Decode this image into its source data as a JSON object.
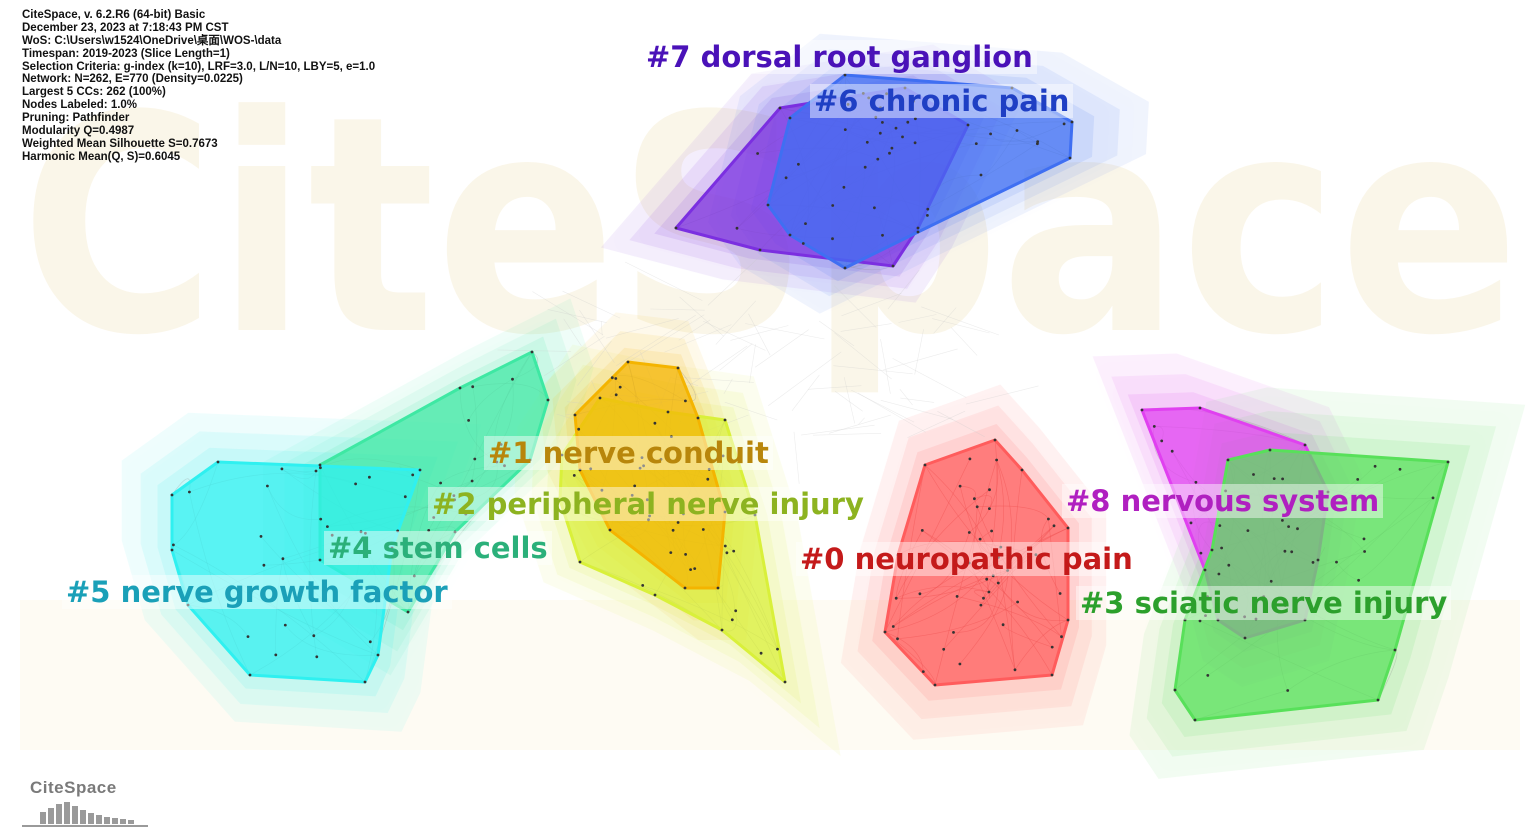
{
  "metadata_lines": [
    "CiteSpace, v. 6.2.R6 (64-bit) Basic",
    "December 23, 2023 at 7:18:43 PM CST",
    "WoS: C:\\Users\\w1524\\OneDrive\\桌面\\WOS-\\data",
    "Timespan: 2019-2023 (Slice Length=1)",
    "Selection Criteria: g-index (k=10), LRF=3.0, L/N=10, LBY=5, e=1.0",
    "Network: N=262, E=770 (Density=0.0225)",
    "Largest 5 CCs: 262 (100%)",
    "Nodes Labeled: 1.0%",
    "Pruning: Pathfinder",
    "Modularity Q=0.4987",
    "Weighted Mean Silhouette S=0.7673",
    "Harmonic Mean(Q, S)=0.6045"
  ],
  "watermark": "CiteSpace",
  "logo": {
    "text": "CiteSpace"
  },
  "clusters": [
    {
      "id": "c7",
      "label": "#7 dorsal root ganglion",
      "color": "#7b2fe0",
      "text_color": "#4a12b8"
    },
    {
      "id": "c6",
      "label": "#6 chronic pain",
      "color": "#3f6ff2",
      "text_color": "#1f3fc4"
    },
    {
      "id": "c1",
      "label": "#1 nerve conduit",
      "color": "#f4b400",
      "text_color": "#b8860b"
    },
    {
      "id": "c2",
      "label": "#2 peripheral nerve injury",
      "color": "#d9f03a",
      "text_color": "#8db320"
    },
    {
      "id": "c4",
      "label": "#4 stem cells",
      "color": "#3ee8a3",
      "text_color": "#2bb07a"
    },
    {
      "id": "c5",
      "label": "#5 nerve growth factor",
      "color": "#2ff0f0",
      "text_color": "#1aa0b8"
    },
    {
      "id": "c0",
      "label": "#0 neuropathic pain",
      "color": "#ff5c5c",
      "text_color": "#c41a1a"
    },
    {
      "id": "c8",
      "label": "#8 nervous system",
      "color": "#e040f0",
      "text_color": "#b020c0"
    },
    {
      "id": "c3",
      "label": "#3 sciatic nerve injury",
      "color": "#58e05a",
      "text_color": "#2ca02c"
    }
  ]
}
